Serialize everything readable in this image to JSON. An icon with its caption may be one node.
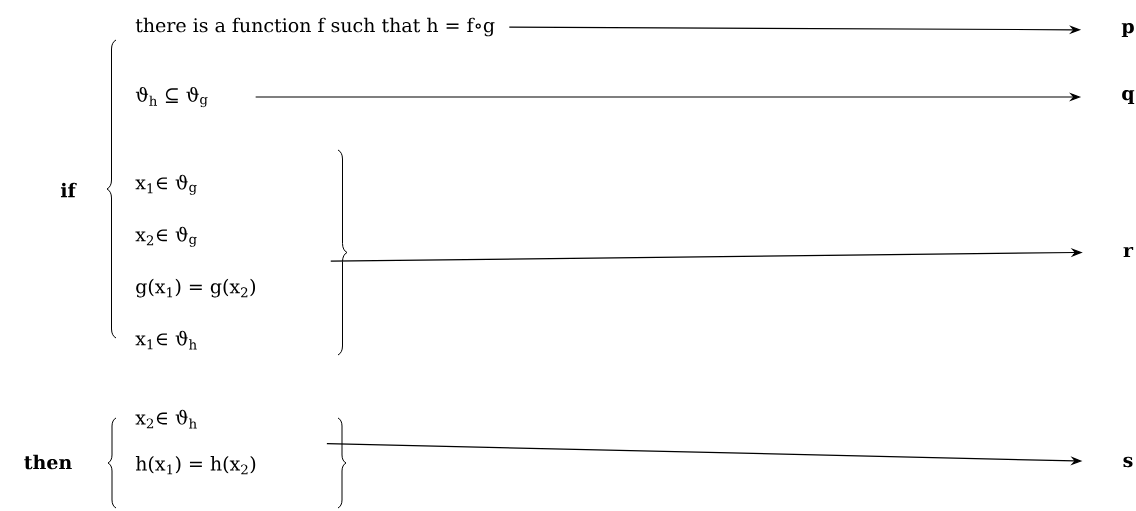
{
  "diagram": {
    "nodes": [
      {
        "text": [
          "there is a function f such that h = f∘g"
        ]
      },
      {
        "text": [
          "ϑ$_{h}$ ⊆ ϑ$_{g}$"
        ]
      },
      {
        "text": [
          "x$_{1}$∈ ϑ$_{g}$",
          "x$_{2}$∈ ϑ$_{g}$",
          "g(x$_{1}$) = g(x$_{2}$)",
          "x$_{1}$∈ ϑ$_{h}$"
        ]
      },
      {
        "text": [
          "x$_{2}$∈ ϑ$_{h}$",
          "h(x$_{1}$) = h(x$_{2}$)"
        ]
      },
      {
        "text": [
          "p"
        ]
      },
      {
        "text": [
          "q"
        ]
      },
      {
        "text": [
          "r"
        ]
      },
      {
        "text": [
          "s"
        ]
      }
    ],
    "edges": [
      {
        "from": 0,
        "to": 4,
        "arrow": "to"
      },
      {
        "from": 1,
        "to": 5,
        "arrow": "to"
      },
      {
        "from": 2,
        "to": 6,
        "arrow": "to"
      },
      {
        "from": 3,
        "to": 7,
        "arrow": "to"
      }
    ],
    "labels": [
      "if",
      "then"
    ]
  }
}
